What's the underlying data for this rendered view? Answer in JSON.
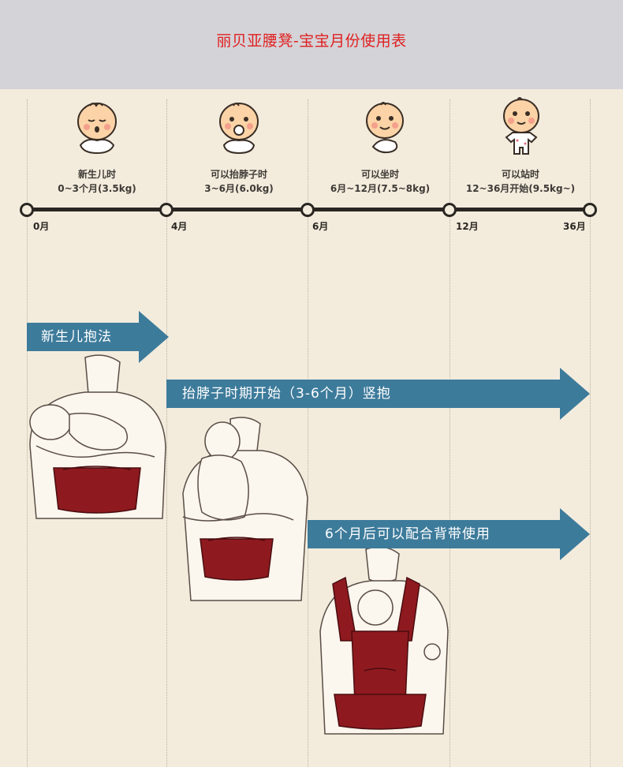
{
  "header": {
    "title": "丽贝亚腰凳-宝宝月份使用表"
  },
  "stages": [
    {
      "line1": "新生儿时",
      "line2": "0~3个月(3.5kg)"
    },
    {
      "line1": "可以抬脖子时",
      "line2": "3~6月(6.0kg)"
    },
    {
      "line1": "可以坐时",
      "line2": "6月~12月(7.5~8kg)"
    },
    {
      "line1": "可以站时",
      "line2": "12~36月开始(9.5kg~)"
    }
  ],
  "ticks": [
    "0月",
    "4月",
    "6月",
    "12月",
    "36月"
  ],
  "arrows": [
    {
      "label": "新生儿抱法"
    },
    {
      "label": "抬脖子时期开始（3-6个月）竖抱"
    },
    {
      "label": "6个月后可以配合背带使用"
    }
  ],
  "colors": {
    "header_bg": "#d4d3d8",
    "title_red": "#e02020",
    "arrow_blue": "#3d7b9b",
    "seat_red": "#8e1a1f",
    "background": "#f3ecdd"
  }
}
